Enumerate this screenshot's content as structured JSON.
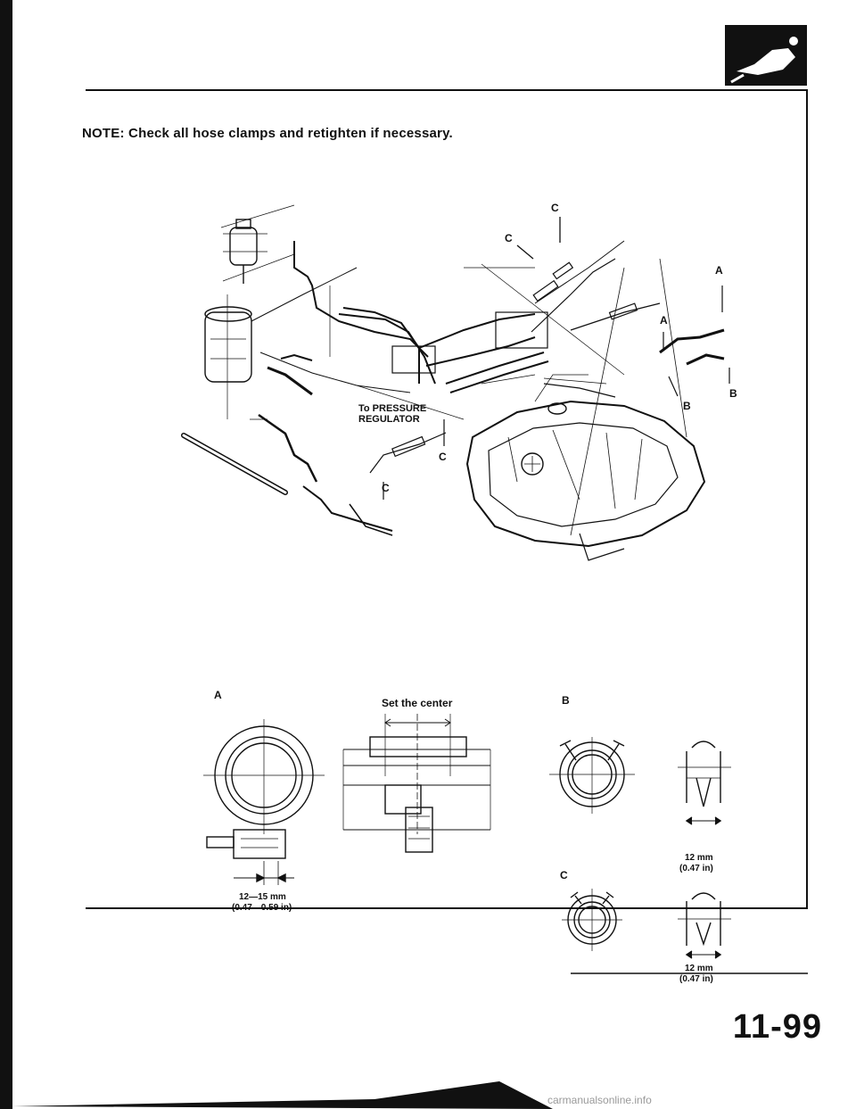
{
  "note": {
    "prefix": "NOTE:",
    "text": "Check all hose clamps and retighten if necessary."
  },
  "diagram": {
    "callout_pressure": "To PRESSURE REGULATOR",
    "letters": {
      "a": "A",
      "b": "B",
      "c": "C"
    }
  },
  "detail_a": {
    "label": "A",
    "center_note": "Set the center",
    "dimension_mm": "12—15 mm",
    "dimension_in": "(0.47—0.59 in)"
  },
  "detail_b": {
    "label": "B",
    "dimension_mm": "12 mm",
    "dimension_in": "(0.47 in)"
  },
  "detail_c": {
    "label": "C",
    "dimension_mm": "12 mm",
    "dimension_in": "(0.47 in)"
  },
  "page_number": "11-99",
  "watermark": "carmanualsonline.info"
}
